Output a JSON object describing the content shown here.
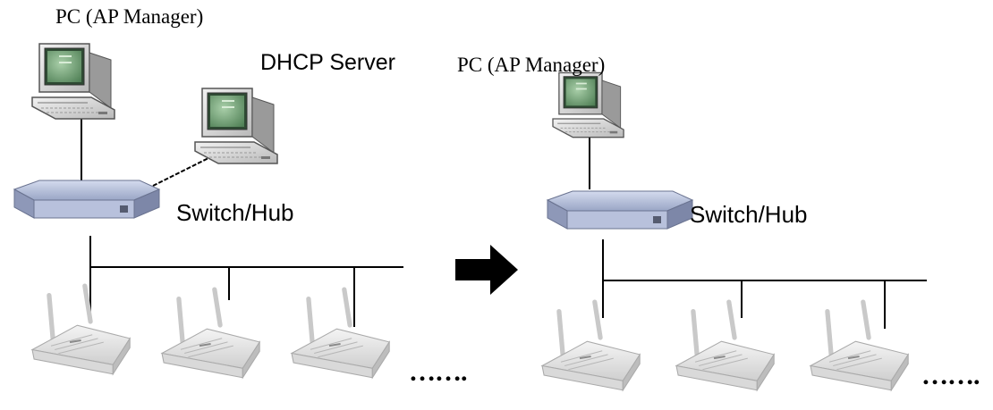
{
  "left": {
    "pc_label": "PC (AP Manager)",
    "dhcp_label": "DHCP Server",
    "switch_label": "Switch/Hub",
    "more_label": "……."
  },
  "right": {
    "pc_label": "PC (AP Manager)",
    "switch_label": "Switch/Hub",
    "more_label": "……."
  },
  "colors": {
    "line": "#000000",
    "arrow": "#000000",
    "switch_body": "#aab4d0",
    "ap_body": "#e4e4e4",
    "pc_screen": "#7aa67a"
  },
  "icons": [
    "pc-icon",
    "server-icon",
    "switch-icon",
    "access-point-icon",
    "arrow-right-icon"
  ]
}
